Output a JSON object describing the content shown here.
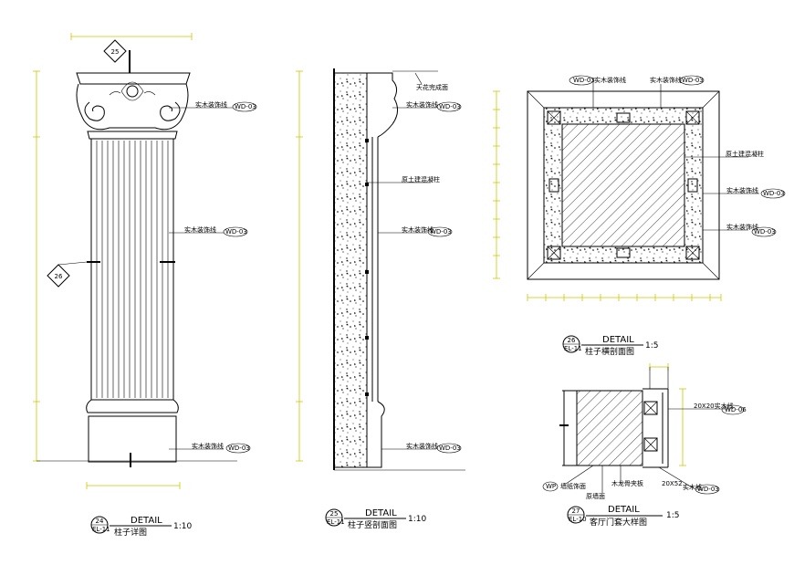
{
  "detail_24": {
    "word": "DETAIL",
    "number": "24",
    "sheet": "EL-11",
    "title": "柱子详图",
    "scale": "1:10",
    "callout_top": "25",
    "callout_side": "26",
    "labels": [
      "实木装饰线",
      "WD-03",
      "实木装饰线",
      "WD-03",
      "实木装饰线",
      "WD-03"
    ]
  },
  "detail_25": {
    "word": "DETAIL",
    "number": "25",
    "sheet": "EL-11",
    "title": "柱子竖剖面图",
    "scale": "1:10",
    "labels": [
      "天花完成面",
      "实木装饰线",
      "WD-03",
      "原土建混凝柱",
      "实木装饰线",
      "WD-03",
      "实木装饰线",
      "WD-03"
    ]
  },
  "detail_26": {
    "word": "DETAIL",
    "number": "26",
    "sheet": "EL-11",
    "title": "柱子横剖面图",
    "scale": "1:5",
    "labels": [
      "WD-03",
      "实木装饰线",
      "WD-03",
      "实木装饰线",
      "原土建混凝柱",
      "实木装饰线",
      "WD-03",
      "实木装饰线",
      "WD-03"
    ]
  },
  "detail_27": {
    "word": "DETAIL",
    "number": "27",
    "sheet": "EL-10",
    "title": "客厅门套大样图",
    "scale": "1:5",
    "labels": [
      "20X20实木线",
      "WD-06",
      "WP",
      "墙纸饰面",
      "原墙面",
      "木龙骨夹板",
      "20X52",
      "实木线",
      "WD-03"
    ]
  },
  "colors": {
    "line": "#000000",
    "dimension": "#c9c900",
    "paper": "#ffffff"
  }
}
